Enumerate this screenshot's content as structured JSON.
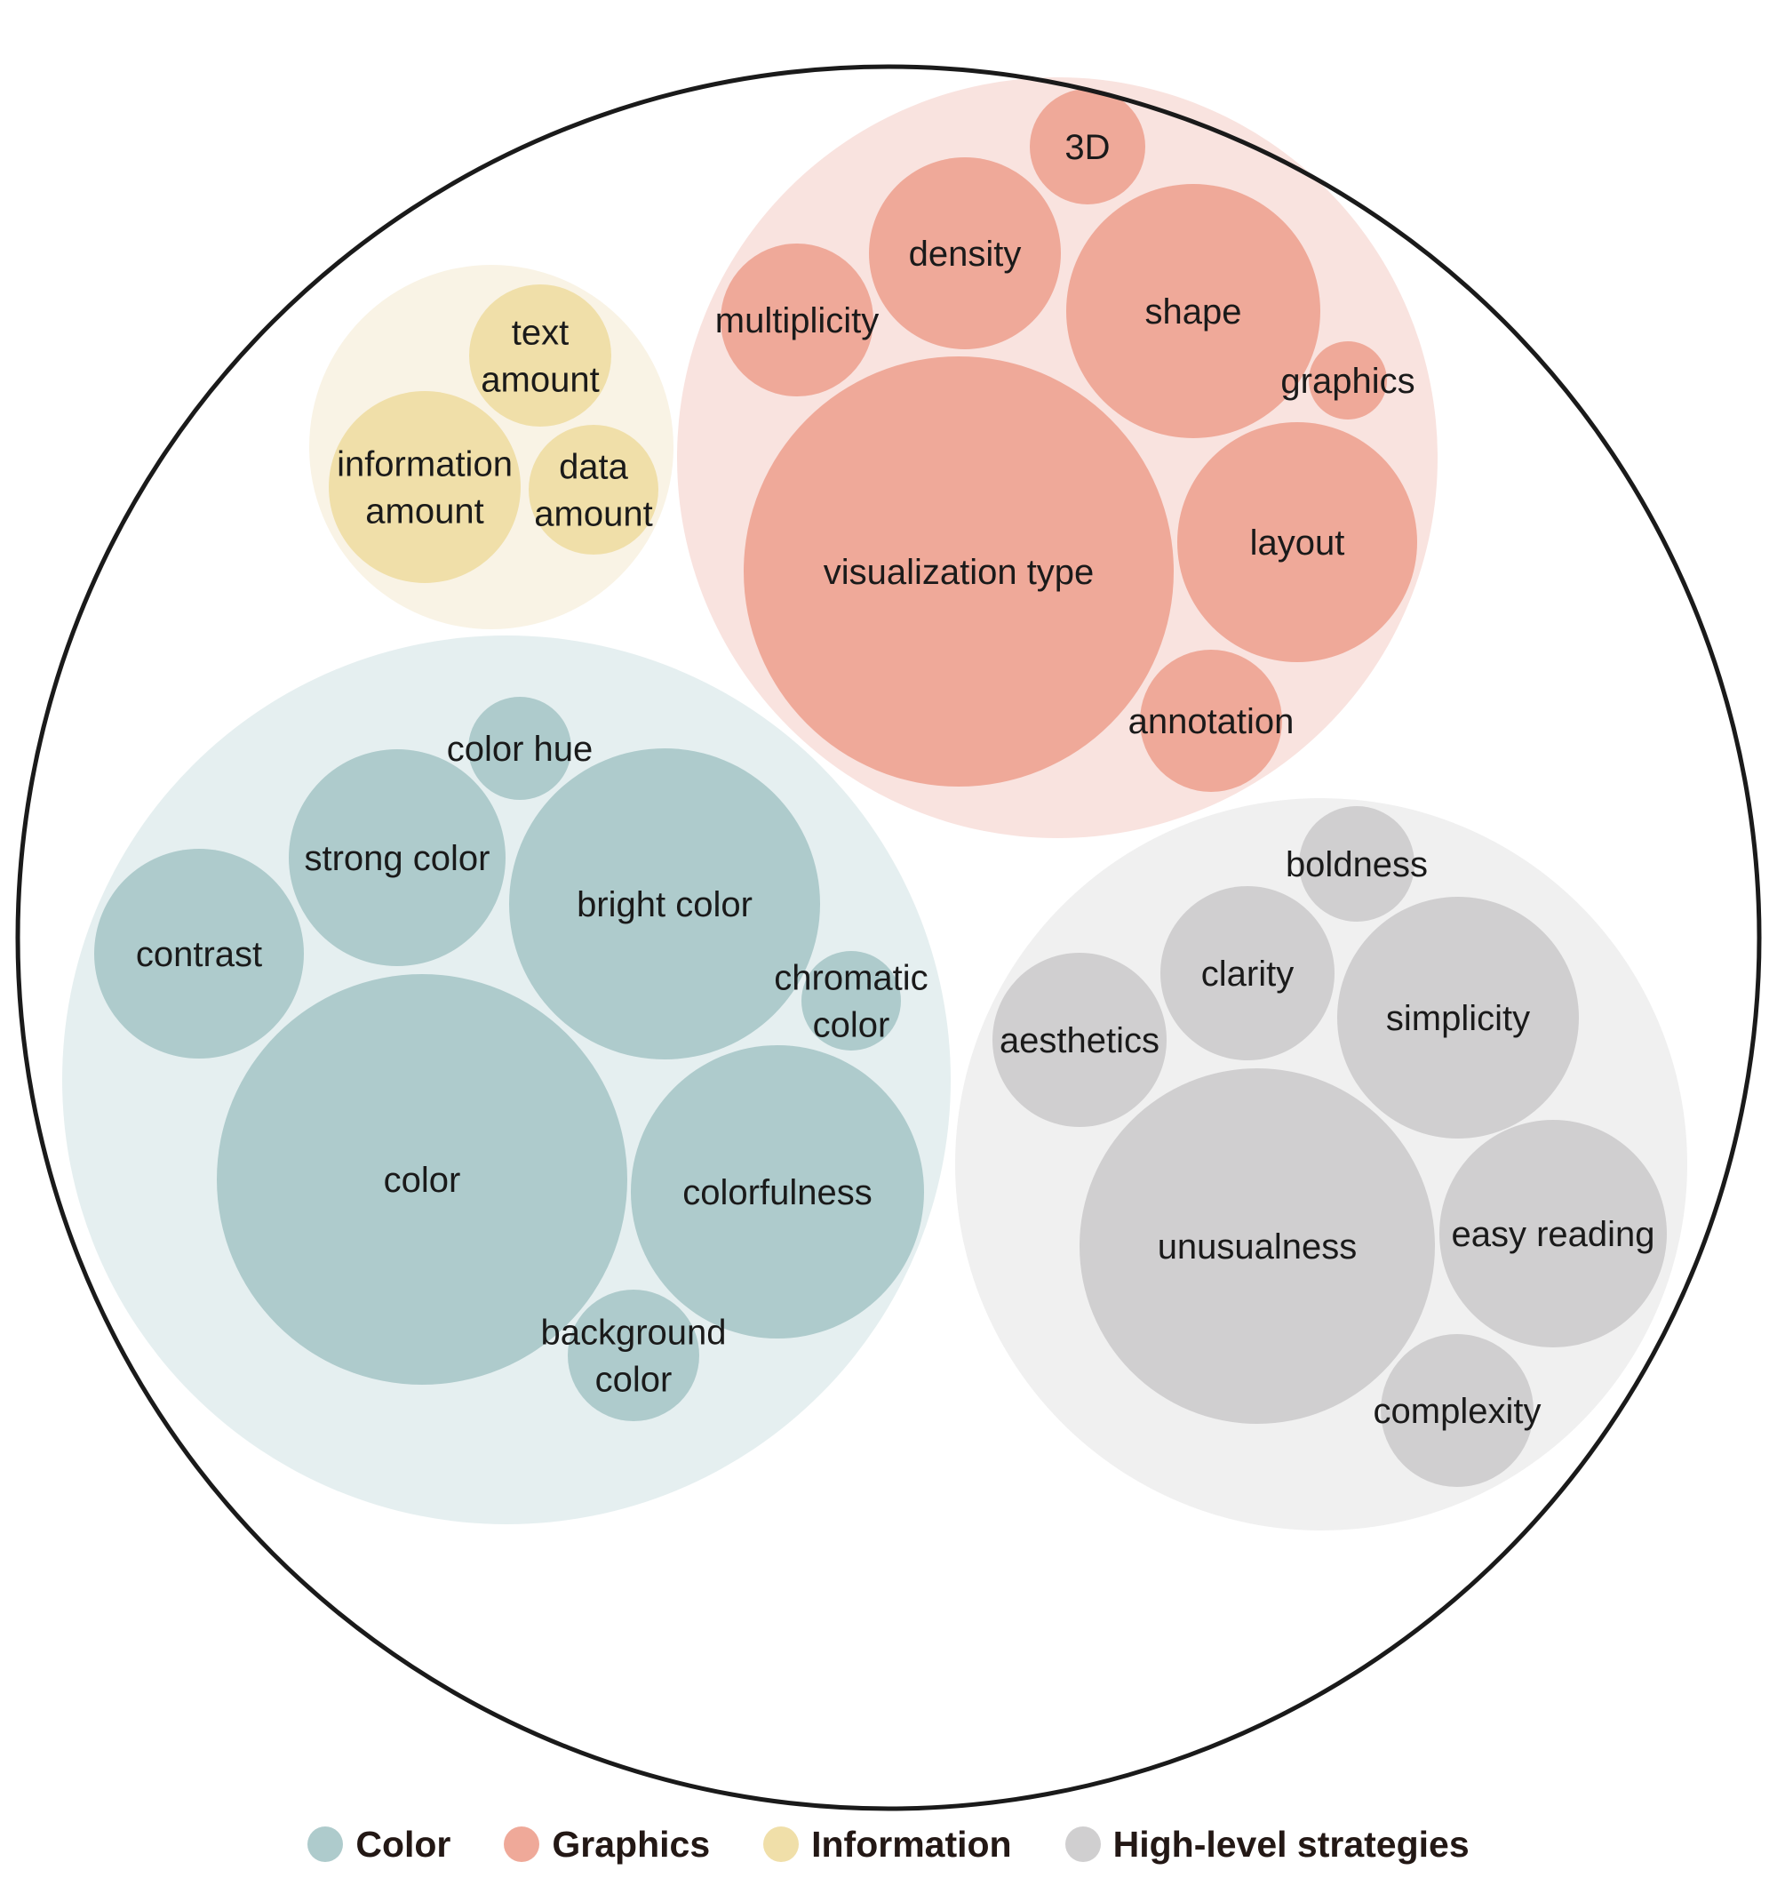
{
  "groups": [
    {
      "key": "color",
      "name": "Color",
      "fill": "#E5EFF0",
      "bubble_fill": "#AECBCC",
      "items": [
        {
          "label": [
            "color hue"
          ],
          "value": 1
        },
        {
          "label": [
            "strong color"
          ],
          "value": 4
        },
        {
          "label": [
            "bright color"
          ],
          "value": 8
        },
        {
          "label": [
            "contrast"
          ],
          "value": 4
        },
        {
          "label": [
            "chromatic",
            "color"
          ],
          "value": 1
        },
        {
          "label": [
            "color"
          ],
          "value": 15
        },
        {
          "label": [
            "colorfulness"
          ],
          "value": 7.5
        },
        {
          "label": [
            "background",
            "color"
          ],
          "value": 1.5
        }
      ]
    },
    {
      "key": "graphics",
      "name": "Graphics",
      "fill": "#F9E3DF",
      "bubble_fill": "#EFA999",
      "items": [
        {
          "label": [
            "3D"
          ],
          "value": 1
        },
        {
          "label": [
            "density"
          ],
          "value": 3
        },
        {
          "label": [
            "multiplicity"
          ],
          "value": 1.8
        },
        {
          "label": [
            "shape"
          ],
          "value": 5
        },
        {
          "label": [
            "graphics"
          ],
          "value": 0.4
        },
        {
          "label": [
            "visualization type"
          ],
          "value": 14
        },
        {
          "label": [
            "layout"
          ],
          "value": 4.5
        },
        {
          "label": [
            "annotation"
          ],
          "value": 1.6
        }
      ]
    },
    {
      "key": "information",
      "name": "Information",
      "fill": "#F9F3E5",
      "bubble_fill": "#F0DFA9",
      "items": [
        {
          "label": [
            "text",
            "amount"
          ],
          "value": 1.5
        },
        {
          "label": [
            "information",
            "amount"
          ],
          "value": 2.8
        },
        {
          "label": [
            "data",
            "amount"
          ],
          "value": 1.3
        }
      ]
    },
    {
      "key": "high_level",
      "name": "High-level strategies",
      "fill": "#F0F0F0",
      "bubble_fill": "#D0CFD0",
      "items": [
        {
          "label": [
            "boldness"
          ],
          "value": 1
        },
        {
          "label": [
            "clarity"
          ],
          "value": 2.3
        },
        {
          "label": [
            "simplicity"
          ],
          "value": 4.5
        },
        {
          "label": [
            "aesthetics"
          ],
          "value": 2.3
        },
        {
          "label": [
            "unusualness"
          ],
          "value": 10
        },
        {
          "label": [
            "easy reading"
          ],
          "value": 4
        },
        {
          "label": [
            "complexity"
          ],
          "value": 1.8
        }
      ]
    }
  ],
  "outer_stroke": "#1a1a1a"
}
